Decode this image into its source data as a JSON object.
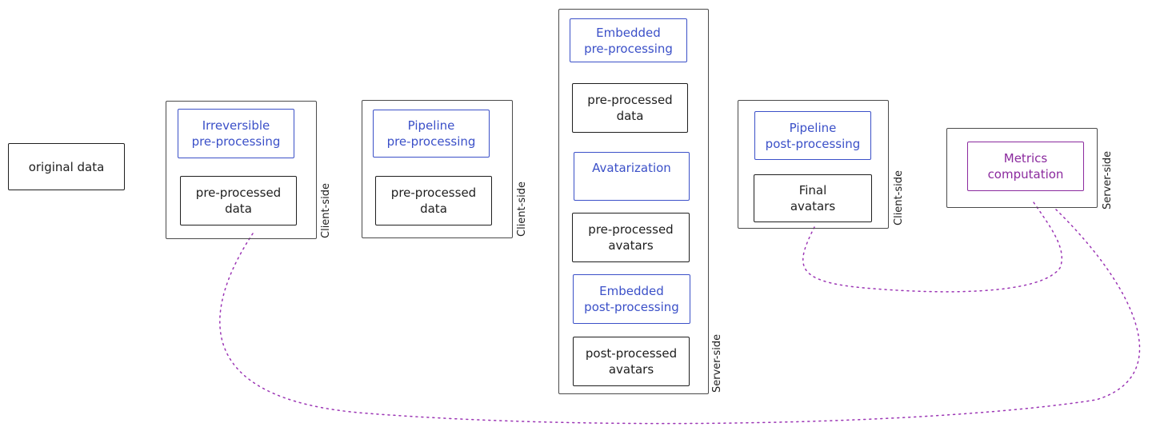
{
  "diagram": {
    "nodes": {
      "original_data": "original data",
      "irreversible_preprocessing": "Irreversible\npre-processing",
      "client1_preprocessed_data": "pre-processed\ndata",
      "pipeline_preprocessing": "Pipeline\npre-processing",
      "client2_preprocessed_data": "pre-processed\ndata",
      "embedded_preprocessing": "Embedded\npre-processing",
      "server_preprocessed_data": "pre-processed\ndata",
      "avatarization": "Avatarization",
      "preprocessed_avatars": "pre-processed\navatars",
      "embedded_postprocessing": "Embedded\npost-processing",
      "postprocessed_avatars": "post-processed\navatars",
      "pipeline_postprocessing": "Pipeline\npost-processing",
      "final_avatars": "Final\navatars",
      "metrics_computation": "Metrics\ncomputation"
    },
    "side_labels": {
      "client_side_1": "Client-side",
      "client_side_2": "Client-side",
      "server_side_1": "Server-side",
      "client_side_3": "Client-side",
      "server_side_2": "Server-side"
    },
    "colors": {
      "stroke": "#1e1e1e",
      "blue": "#3b50c8",
      "purple": "#8b2a9e",
      "connector": "#9c36b5"
    }
  }
}
